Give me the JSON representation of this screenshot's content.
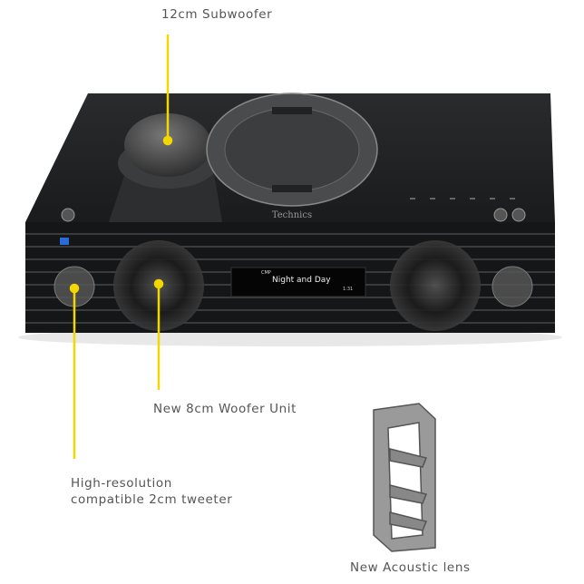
{
  "labels": {
    "subwoofer": "12cm Subwoofer",
    "woofer": "New 8cm Woofer Unit",
    "tweeter_line1": "High-resolution",
    "tweeter_line2": "compatible 2cm tweeter",
    "lens": "New Acoustic lens"
  },
  "device": {
    "brand": "Technics",
    "display": {
      "source": "CMP",
      "track": "Night and Day",
      "time": "1:31"
    }
  },
  "colors": {
    "callout": "#f2d700",
    "label_text": "#555555",
    "device_body": "#1e1f21"
  }
}
